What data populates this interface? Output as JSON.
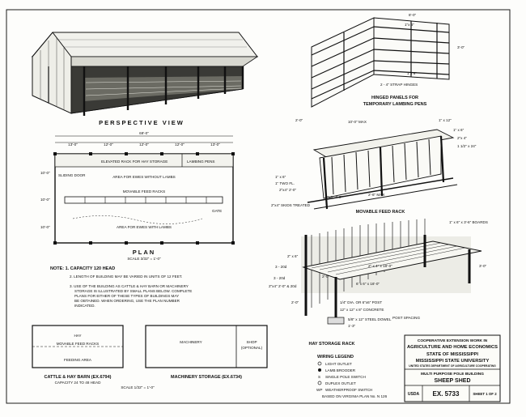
{
  "views": {
    "perspective_title": "PERSPECTIVE VIEW",
    "panels_title_1": "HINGED PANELS FOR",
    "panels_title_2": "TEMPORARY LAMBING PENS",
    "feed_rack_title": "MOVABLE FEED RACK",
    "hay_rack_title": "HAY STORAGE RACK",
    "plan_title": "PLAN",
    "plan_scale": "SCALE 3/32\" = 1'-0\"",
    "cattle_title": "CATTLE & HAY BARN (EX.6794)",
    "cattle_sub": "CAPACITY 24 TO 48 HEAD",
    "machinery_title": "MACHINERY STORAGE (EX.6734)",
    "alt_scale": "SCALE 1/32\" = 1'-0\""
  },
  "plan": {
    "overall": "69'-0\"",
    "bays": [
      "13'-0\"",
      "12'-0\"",
      "12'-0\"",
      "12'-0\"",
      "13'-0\""
    ],
    "elevated_rack": "ELEVATED RACK FOR HAY STORAGE",
    "lambing_pens": "LAMBING PENS",
    "ewes_without": "AREA FOR EWES WITHOUT LAMBS",
    "movable_racks": "MOVABLE FEED RACKS",
    "ewes_with": "AREA FOR EWES WITH LAMBS",
    "gate": "GATE",
    "door": "SLIDING DOOR",
    "left_dims": [
      "10'-0\"",
      "10'-0\"",
      "10'-0\""
    ]
  },
  "panels": {
    "width": "8'-0\"",
    "height": "3'-0\"",
    "strap": "2 - 4\" STRAP HINGES",
    "board_top": "1\"x 6\"",
    "board_side": "1\"x 6\""
  },
  "feed_rack": {
    "length": "10'-0\" MAX",
    "dims": [
      "2'-0\"",
      "1\" x 12\"",
      "1\" x 6\"",
      "2\"x 4\"",
      "1 1/2\" x 24\"",
      "2\"x6\" 7'-0\"",
      "2\"x4\" 2'-0\"",
      "2'-6\" MAX",
      "2\"x4\" SKIDS TREATED",
      "1\" x 6\"",
      "1\" TWO FL."
    ]
  },
  "hay_rack": {
    "labels": [
      "1\" x 6\" x 3'-6\" BOARDS",
      "2\" x 6\"",
      "2\" x 4\" x 18'-0\"",
      "6' x 6\" x 16'-0\"",
      "3'-0\"",
      "2'-0\"",
      "2'-0\"",
      "1/4\" DIA. OR 6\"x6\" POST",
      "12\" x 12\" x 8\" CONCRETE",
      "5/8\" x 12\" STEEL DOWEL",
      "POST SPACING",
      "1'-3\"",
      "3 - 20d",
      "3 - 20d",
      "2\"x4\" 2'-0\" & 20d"
    ]
  },
  "notes": [
    "NOTE: 1. CAPACITY 120 HEAD",
    "2. LENGTH OF BUILDING MAY BE VARIED IN UNITS OF 12 FEET.",
    "3. USE OF THE BUILDING AS CATTLE & HAY BARN OR MACHINERY",
    "STORAGE IS ILLUSTRATED BY SMALL PLANS BELOW. COMPLETE",
    "PLANS FOR EITHER OF THESE TYPES OF BUILDINGS MAY",
    "BE OBTAINED.  WHEN ORDERING, USE THE PLAN NUMBER",
    "INDICATED."
  ],
  "small_plans": {
    "hay": "HAY",
    "movable_racks": "MOVABLE FEED RACKS",
    "feeding_area": "FEEDING AREA",
    "machinery": "MACHINERY",
    "shop": "SHOP",
    "optional": "(OPTIONAL)"
  },
  "wiring": {
    "title": "WIRING LEGEND",
    "items": [
      "LIGHT OUTLET",
      "LAMB BROODER",
      "SINGLE POLE SWITCH",
      "DUPLEX OUTLET",
      "WEATHERPROOF SWITCH"
    ],
    "basis": "BASED ON VIRGINIA PLAN No. N 126"
  },
  "title_block": {
    "line1": "COOPERATIVE EXTENSION WORK IN",
    "line2": "AGRICULTURE AND HOME ECONOMICS",
    "line3": "STATE OF MISSISSIPPI",
    "line4": "MISSISSIPPI STATE UNIVERSITY",
    "line5": "UNITED STATES DEPARTMENT OF AGRICULTURE COOPERATING",
    "project": "MULTI PURPOSE POLE BUILDING",
    "name": "SHEEP SHED",
    "agency": "USDA",
    "plan_no": "EX. 5733",
    "sheet": "SHEET 1 OF 2"
  }
}
